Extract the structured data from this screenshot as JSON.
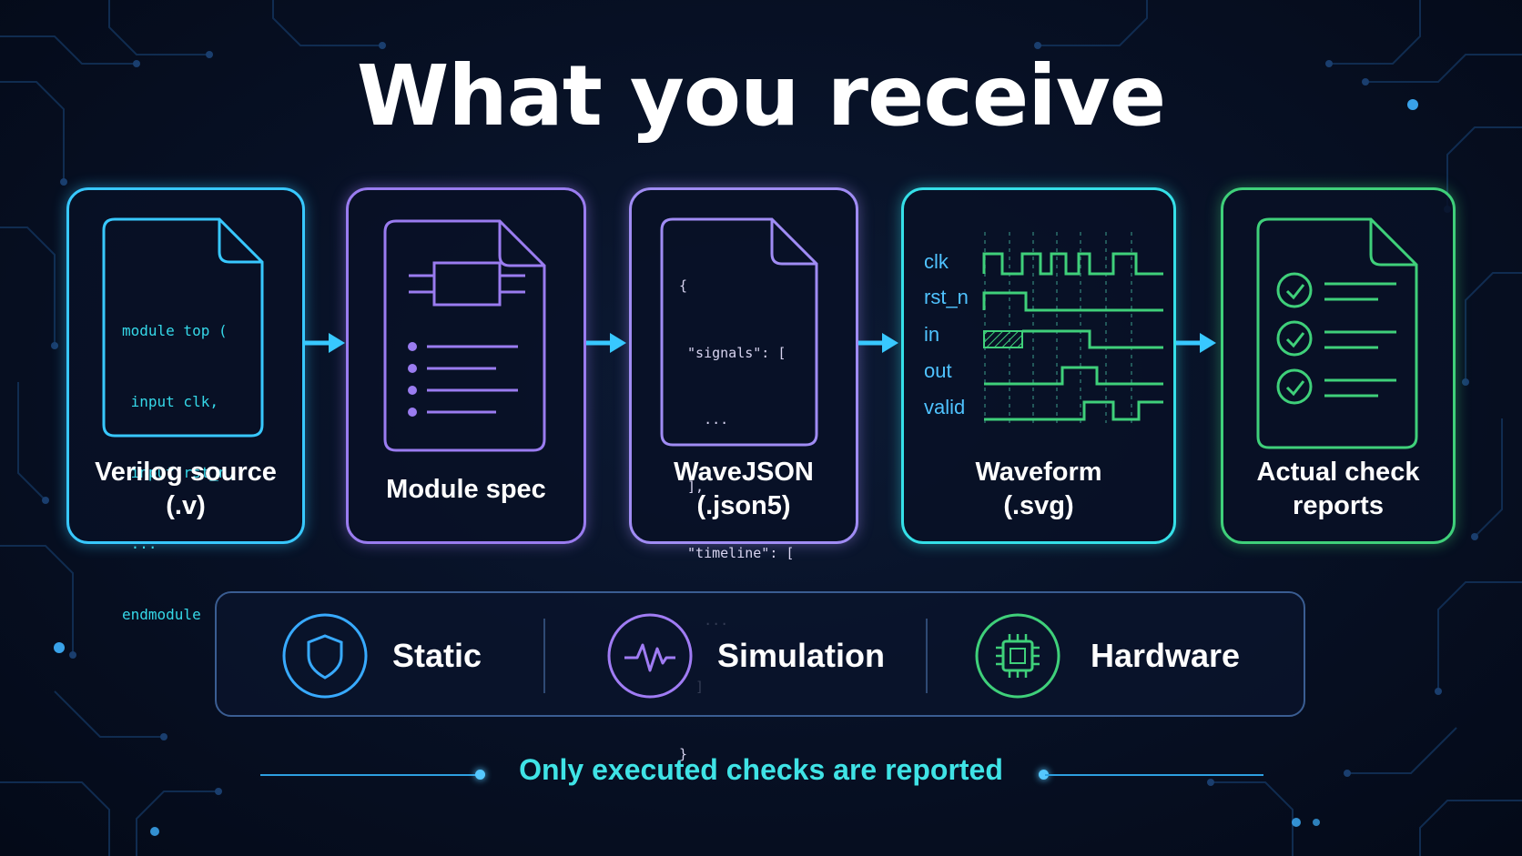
{
  "title": "What you receive",
  "cards": [
    {
      "label_line1": "Verilog source",
      "label_line2": "(.v)",
      "code": [
        "module top (",
        " input clk,",
        " input rst_n,",
        " ...",
        "endmodule"
      ]
    },
    {
      "label_line1": "Module spec",
      "label_line2": ""
    },
    {
      "label_line1": "WaveJSON",
      "label_line2": "(.json5)",
      "code": [
        "{",
        " \"signals\": [",
        "   ...",
        " ],",
        " \"timeline\": [",
        "   ...",
        "  ]",
        "}"
      ]
    },
    {
      "label_line1": "Waveform",
      "label_line2": "(.svg)",
      "signals": [
        "clk",
        "rst_n",
        "in",
        "out",
        "valid"
      ]
    },
    {
      "label_line1": "Actual check",
      "label_line2": "reports"
    }
  ],
  "modes": [
    {
      "label": "Static",
      "icon": "shield-icon"
    },
    {
      "label": "Simulation",
      "icon": "pulse-icon"
    },
    {
      "label": "Hardware",
      "icon": "chip-icon"
    }
  ],
  "footer": "Only executed checks are reported",
  "colors": {
    "cyan": "#38c8ff",
    "purple": "#9a7cf0",
    "violet": "#a08cf4",
    "teal": "#35e0e8",
    "green": "#3fd07a",
    "footer": "#3fe3e6"
  }
}
